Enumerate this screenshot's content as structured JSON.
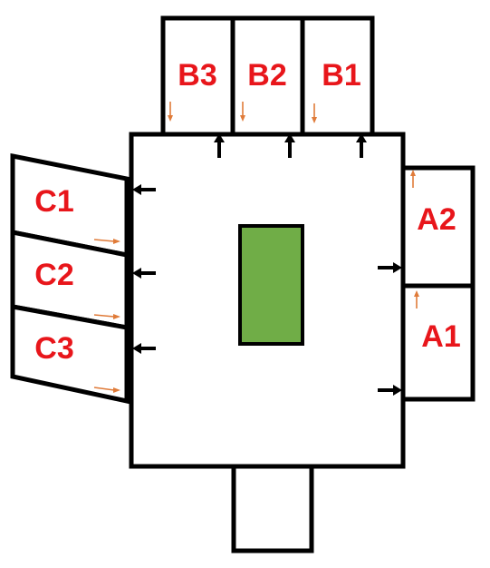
{
  "colors": {
    "outline": "#000000",
    "label": "#e8161b",
    "center_block": "#70ad47",
    "small_arrow": "#e07b39",
    "background": "#ffffff"
  },
  "labels": {
    "b3": "B3",
    "b2": "B2",
    "b1": "B1",
    "c1": "C1",
    "c2": "C2",
    "c3": "C3",
    "a2": "A2",
    "a1": "A1"
  }
}
